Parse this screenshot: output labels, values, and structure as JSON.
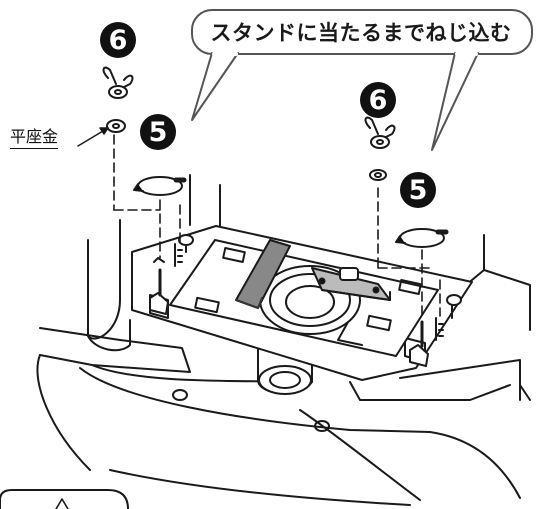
{
  "callout": {
    "text": "スタンドに当たるまでねじ込む"
  },
  "steps": {
    "wing_nut": "6",
    "screw": "5"
  },
  "labels": {
    "flat_washer": "平座金"
  }
}
